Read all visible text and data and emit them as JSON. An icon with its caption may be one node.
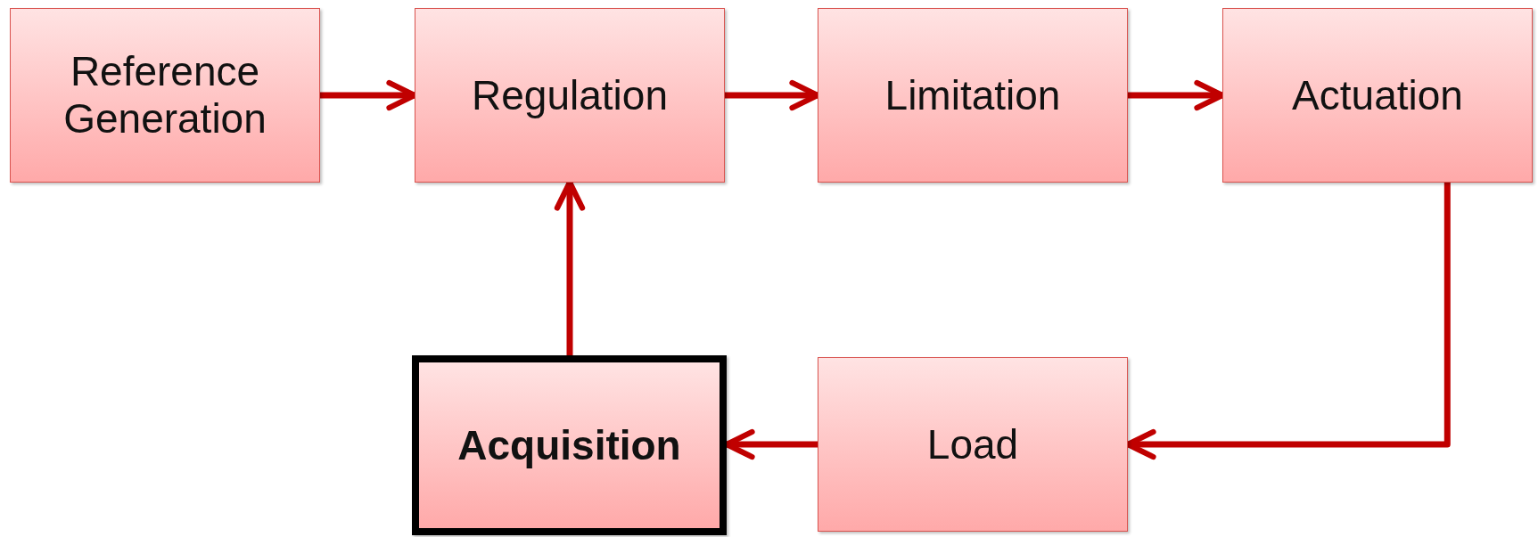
{
  "diagram": {
    "nodes": [
      {
        "text": [
          "Reference Generation"
        ]
      },
      {
        "text": [
          "Regulation"
        ]
      },
      {
        "text": [
          "Limitation"
        ]
      },
      {
        "text": [
          "Actuation"
        ]
      },
      {
        "text": [
          "Acquisition"
        ]
      },
      {
        "text": [
          "Load"
        ]
      }
    ],
    "edges": [
      {
        "from": 0,
        "to": 1,
        "arrow": "to"
      },
      {
        "from": 1,
        "to": 2,
        "arrow": "to"
      },
      {
        "from": 2,
        "to": 3,
        "arrow": "to"
      },
      {
        "from": 3,
        "to": 5,
        "arrow": "to"
      },
      {
        "from": 5,
        "to": 4,
        "arrow": "to"
      },
      {
        "from": 4,
        "to": 1,
        "arrow": "to"
      }
    ]
  }
}
